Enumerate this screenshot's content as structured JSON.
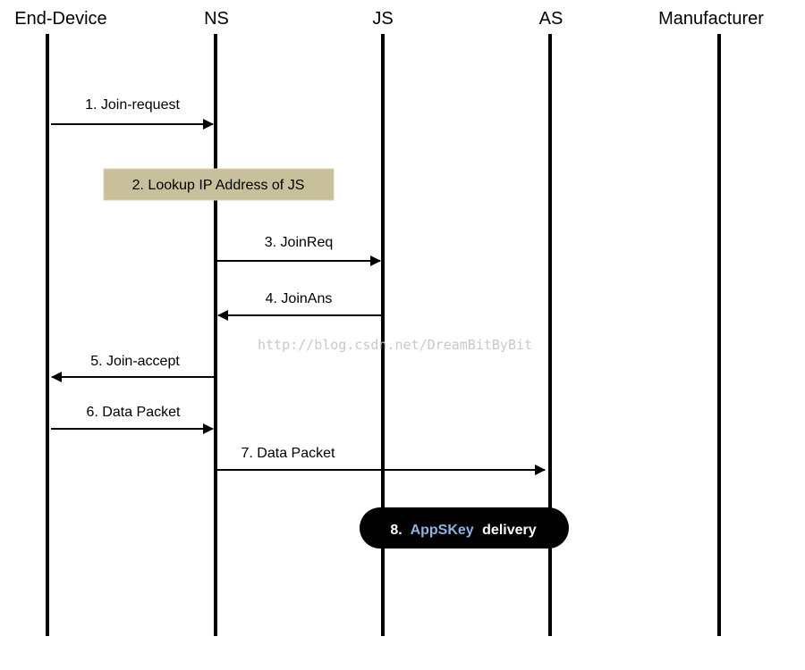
{
  "participants": {
    "end_device": "End-Device",
    "ns": "NS",
    "js": "JS",
    "as": "AS",
    "manufacturer": "Manufacturer"
  },
  "messages": {
    "m1": "1. Join-request",
    "m3": "3. JoinReq",
    "m4": "4. JoinAns",
    "m5": "5. Join-accept",
    "m6": "6. Data Packet",
    "m7": "7. Data Packet"
  },
  "note": {
    "text": "2. Lookup IP Address of JS",
    "fill_color": "#c8c09a"
  },
  "delivery": {
    "prefix": "8.",
    "highlight": "AppSKey",
    "suffix": "delivery",
    "highlight_color": "#8db3e2",
    "text_color": "#ffffff",
    "fill_color": "#000000"
  },
  "watermark": "http://blog.csdn.net/DreamBitByBit",
  "colors": {
    "lifeline": "#000000",
    "arrow": "#000000",
    "background": "#ffffff"
  }
}
